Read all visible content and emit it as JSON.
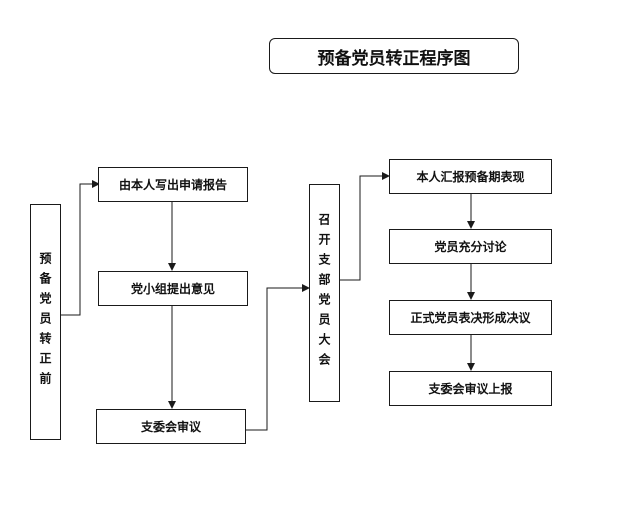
{
  "title": "预备党员转正程序图",
  "left_label": "预备党员转正前",
  "middle_label": "召开支部党员大会",
  "left_steps": [
    "由本人写出申请报告",
    "党小组提出意见",
    "支委会审议"
  ],
  "right_steps": [
    "本人汇报预备期表现",
    "党员充分讨论",
    "正式党员表决形成决议",
    "支委会审议上报"
  ],
  "colors": {
    "line": "#1a1a1a",
    "border": "#1a1a1a"
  }
}
